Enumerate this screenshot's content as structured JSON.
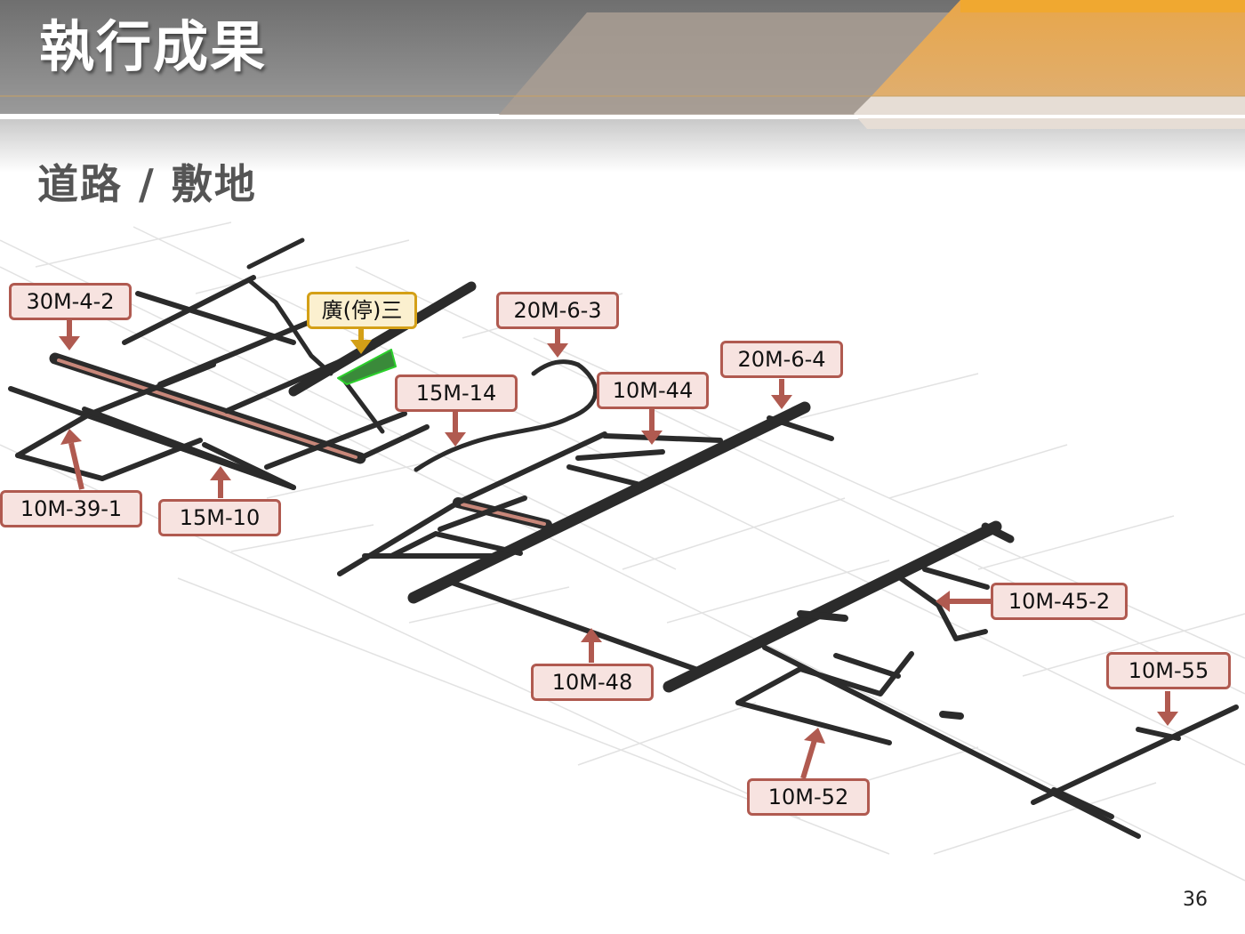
{
  "slide": {
    "title": "執行成果",
    "subtitle": "道路 / 敷地",
    "page_number": "36"
  },
  "colors": {
    "header_gray": "#8a8a8a",
    "header_orange": "#e2a455",
    "road": "#2b2b2b",
    "road_highlight": "#c8877a",
    "label_border": "#b05a50",
    "label_fill": "#f7e3e0",
    "label_gold_border": "#d4a017",
    "arrow": "#b05a50",
    "arrow_gold": "#d4a017"
  },
  "labels": [
    {
      "id": "30m-4-2",
      "text": "30M-4-2",
      "style": "red",
      "arrow": "down"
    },
    {
      "id": "plaza-parking-3",
      "text": "廣(停)三",
      "style": "gold",
      "arrow": "down"
    },
    {
      "id": "20m-6-3",
      "text": "20M-6-3",
      "style": "red",
      "arrow": "down"
    },
    {
      "id": "15m-14",
      "text": "15M-14",
      "style": "red",
      "arrow": "down"
    },
    {
      "id": "10m-44",
      "text": "10M-44",
      "style": "red",
      "arrow": "down"
    },
    {
      "id": "20m-6-4",
      "text": "20M-6-4",
      "style": "red",
      "arrow": "down"
    },
    {
      "id": "10m-39-1",
      "text": "10M-39-1",
      "style": "red",
      "arrow": "up"
    },
    {
      "id": "15m-10",
      "text": "15M-10",
      "style": "red",
      "arrow": "up"
    },
    {
      "id": "10m-45-2",
      "text": "10M-45-2",
      "style": "red",
      "arrow": "left"
    },
    {
      "id": "10m-48",
      "text": "10M-48",
      "style": "red",
      "arrow": "up"
    },
    {
      "id": "10m-55",
      "text": "10M-55",
      "style": "red",
      "arrow": "down"
    },
    {
      "id": "10m-52",
      "text": "10M-52",
      "style": "red",
      "arrow": "up"
    }
  ]
}
